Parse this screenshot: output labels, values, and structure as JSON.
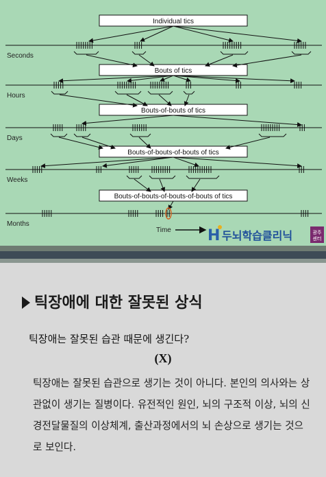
{
  "diagram": {
    "boxes": [
      "Individual tics",
      "Bouts of tics",
      "Bouts-of-bouts of tics",
      "Bouts-of-bouts-of-bouts of tics",
      "Bouts-of-bouts-of-bouts-of-bouts of tics"
    ],
    "scales": [
      "Seconds",
      "Hours",
      "Days",
      "Weeks",
      "Months"
    ],
    "time_label": "Time"
  },
  "logo": {
    "mark": "H",
    "text": "두뇌학습클리닉",
    "badge_line1": "광주",
    "badge_line2": "센터"
  },
  "heading": "틱장애에 대한 잘못된 상식",
  "question": "틱장애는 잘못된 습관 때문에 생긴다?",
  "answer": "(X)",
  "paragraph": "틱장애는 잘못된 습관으로 생기는 것이 아니다. 본인의 의사와는 상관없이 생기는 질병이다. 유전적인 원인, 뇌의 구조적 이상, 뇌의 신경전달물질의 이상체계, 출산과정에서의 뇌 손상으로 생기는 것으로 보인다.",
  "colors": {
    "panel": "#a9d8b5",
    "bottom": "#d9d9d9",
    "logo_blue": "#2a5fa8",
    "badge": "#7a2a6e",
    "highlight": "#d06020"
  }
}
